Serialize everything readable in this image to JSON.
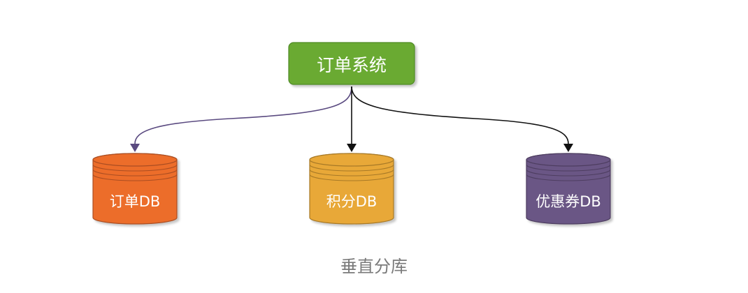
{
  "diagram": {
    "root": {
      "label": "订单系统",
      "color": "#6aaa31"
    },
    "databases": [
      {
        "label": "订单DB",
        "color": "#ec6d2c",
        "edge_color": "#5a4a80"
      },
      {
        "label": "积分DB",
        "color": "#e8a838",
        "edge_color": "#111111"
      },
      {
        "label": "优惠券DB",
        "color": "#6b5685",
        "edge_color": "#111111"
      }
    ]
  },
  "caption": "垂直分库"
}
